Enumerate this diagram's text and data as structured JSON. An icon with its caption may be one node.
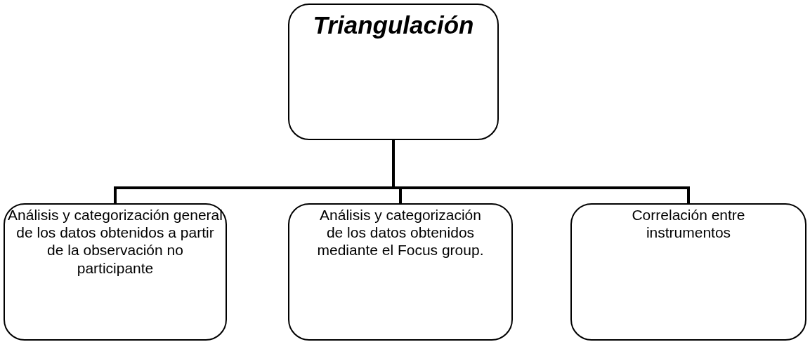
{
  "diagram": {
    "nodes": [
      {
        "text": [
          "Triangulación"
        ]
      },
      {
        "text": [
          "Análisis y categorización general de los datos obtenidos a partir de la observación no participante"
        ]
      },
      {
        "text": [
          "Análisis y categorización de los datos obtenidos mediante el Focus group."
        ]
      },
      {
        "text": [
          "Correlación entre instrumentos"
        ]
      }
    ],
    "edges": [
      {
        "from": 0,
        "to": 1,
        "arrow": "none"
      },
      {
        "from": 0,
        "to": 2,
        "arrow": "none"
      },
      {
        "from": 0,
        "to": 3,
        "arrow": "none"
      }
    ]
  }
}
